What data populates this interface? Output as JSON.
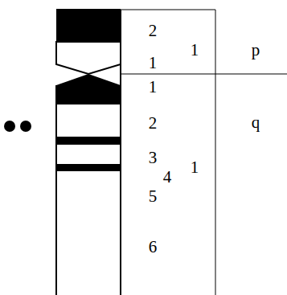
{
  "diagram": {
    "labels": [
      "2",
      "1",
      "1",
      "p",
      "1",
      "2",
      "3",
      "4",
      "1",
      "5",
      "6",
      "q"
    ]
  }
}
